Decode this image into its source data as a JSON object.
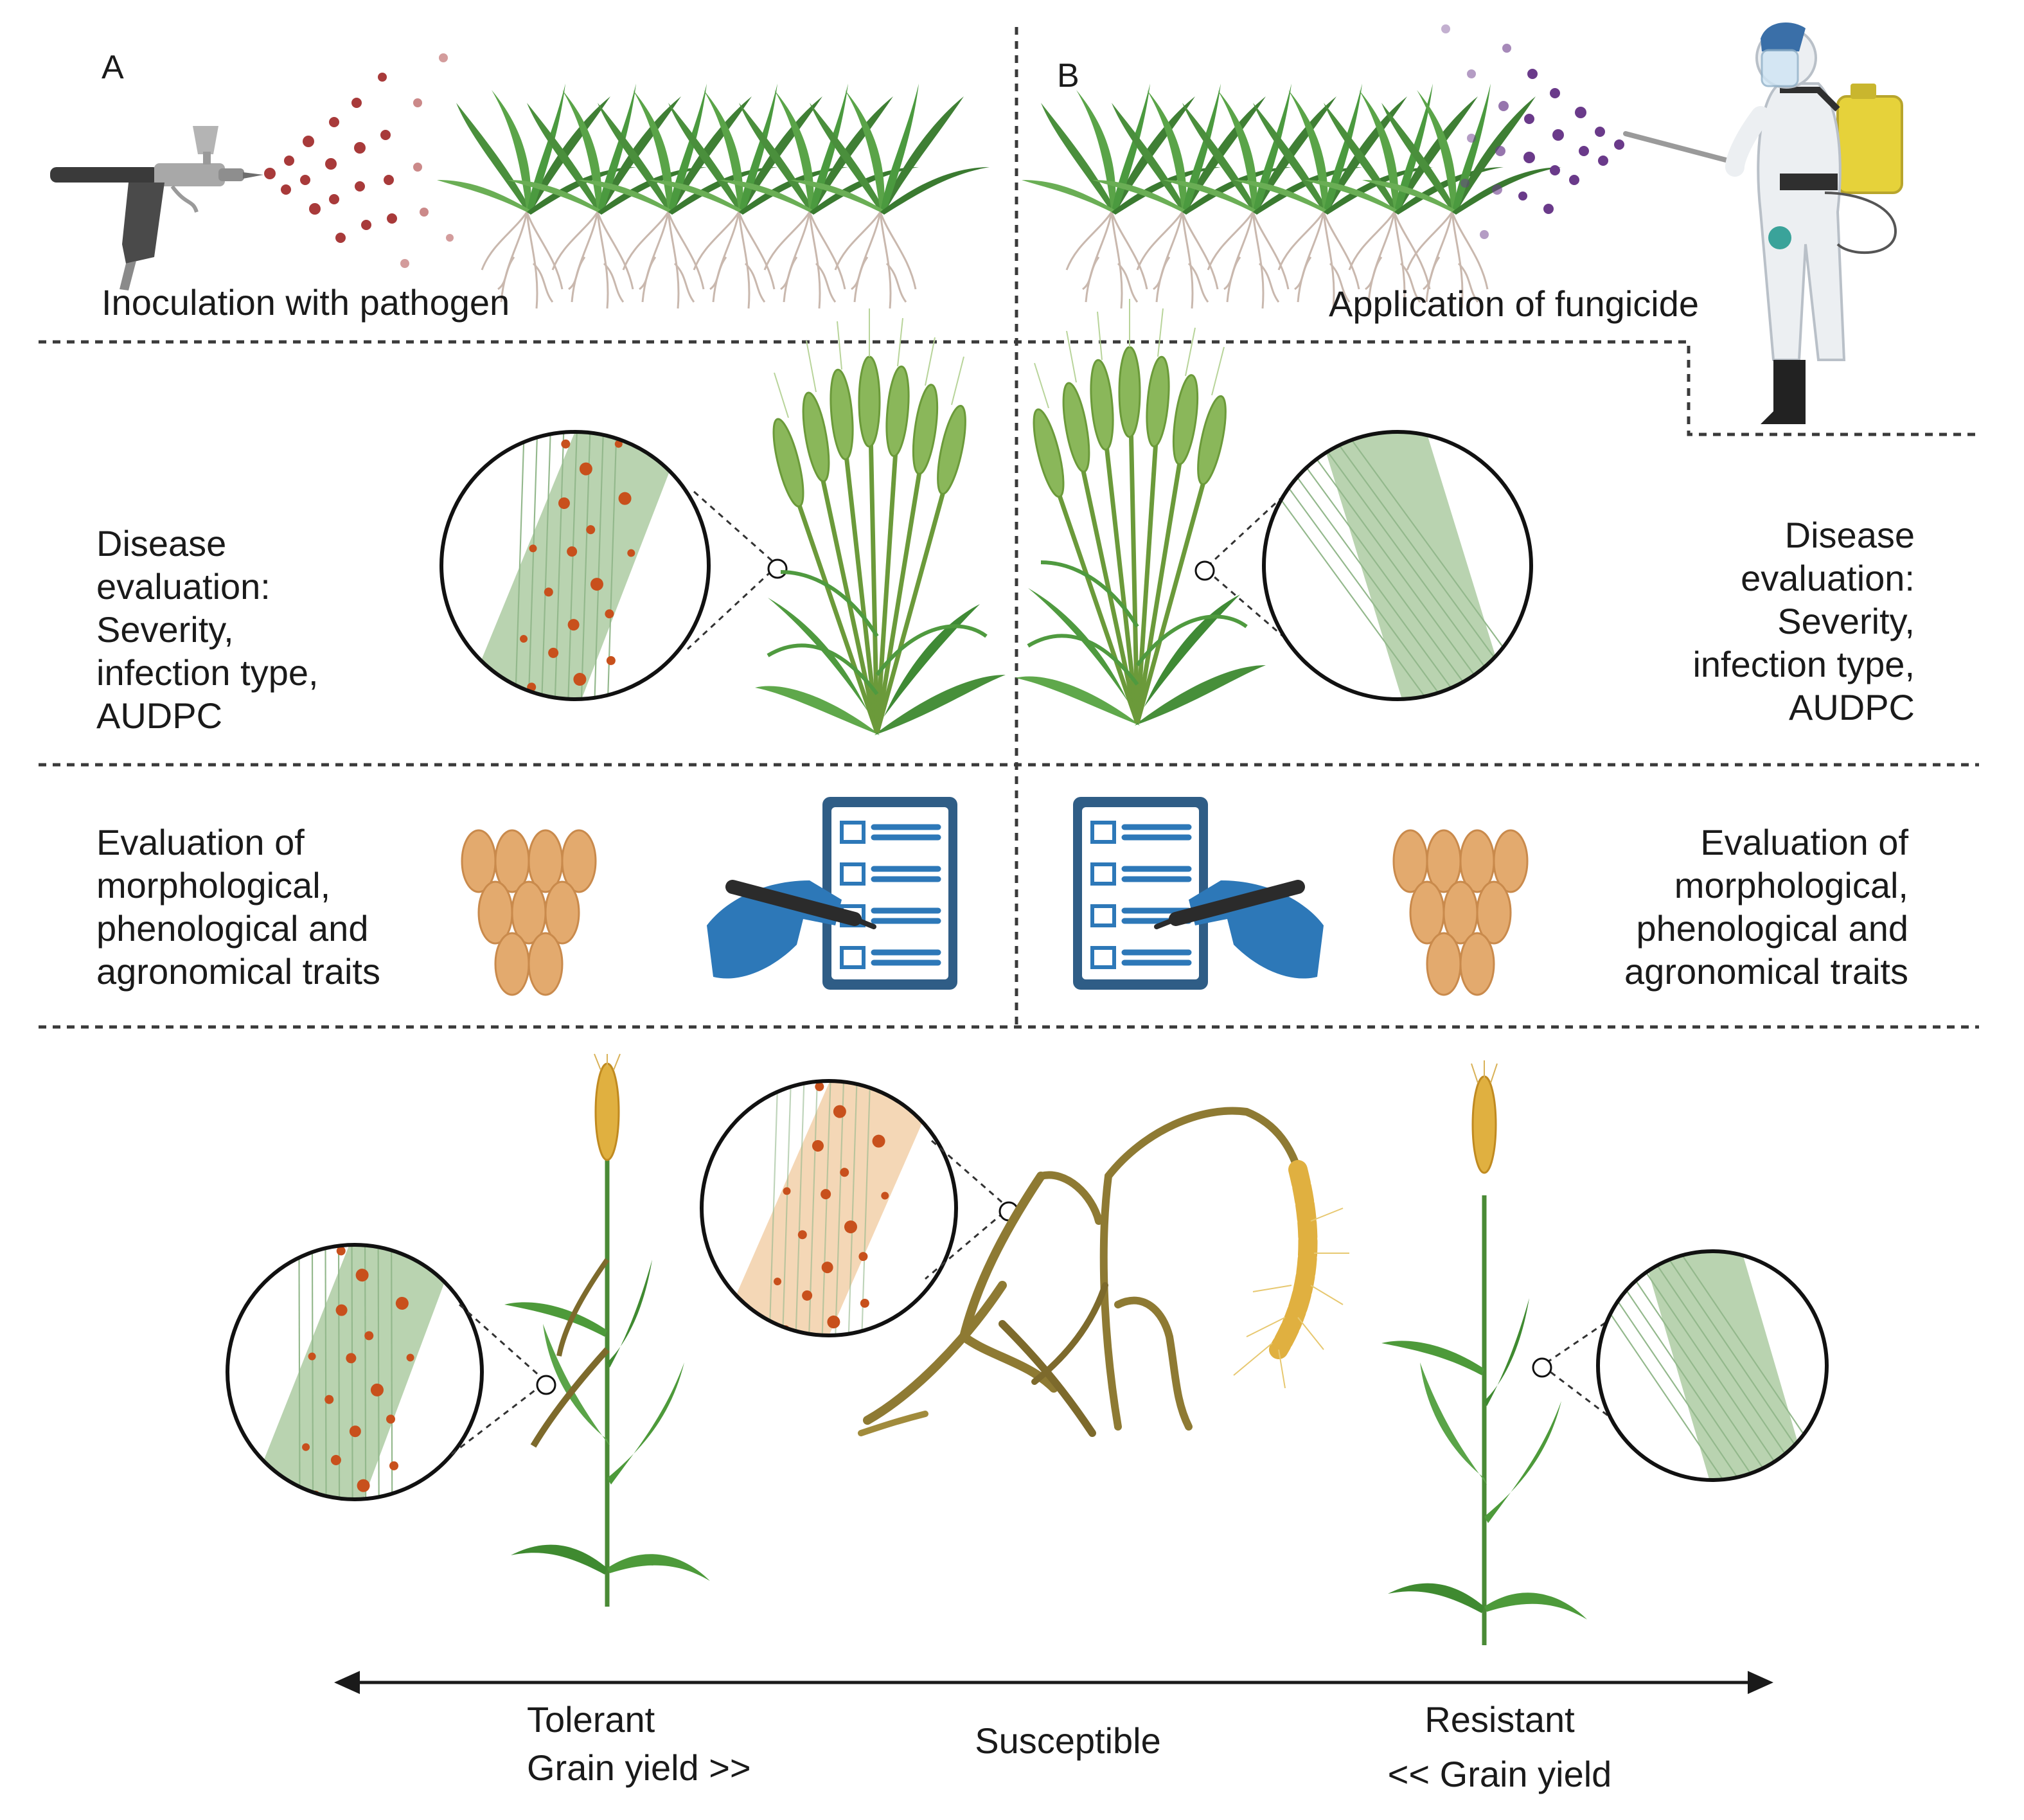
{
  "panels": {
    "a": "A",
    "b": "B"
  },
  "top": {
    "left_caption": "Inoculation with pathogen",
    "right_caption": "Application of fungicide"
  },
  "disease": {
    "left": [
      "Disease",
      "evaluation:",
      "Severity,",
      "infection type,",
      "AUDPC"
    ],
    "right": [
      "Disease",
      "evaluation:",
      "Severity,",
      "infection type,",
      "AUDPC"
    ]
  },
  "traits": {
    "left": [
      "Evaluation of",
      "morphological,",
      "phenological and",
      "agronomical traits"
    ],
    "right": [
      "Evaluation of",
      "morphological,",
      "phenological and",
      "agronomical traits"
    ]
  },
  "axis": {
    "tolerant": "Tolerant",
    "tolerant_yield": "Grain yield >>",
    "susceptible": "Susceptible",
    "resistant": "Resistant",
    "resistant_yield": "<< Grain yield"
  },
  "colors": {
    "leaf_green": "#5a9a3a",
    "leaf_pale": "#b9d3b0",
    "lesion": "#c8501c",
    "dry_leaf": "#8e7a33",
    "grain": "#e2a96a",
    "checklist_blue": "#2d78b8",
    "pathogen_red": "#a83a3a",
    "fungicide_purple": "#6a3a8a"
  }
}
